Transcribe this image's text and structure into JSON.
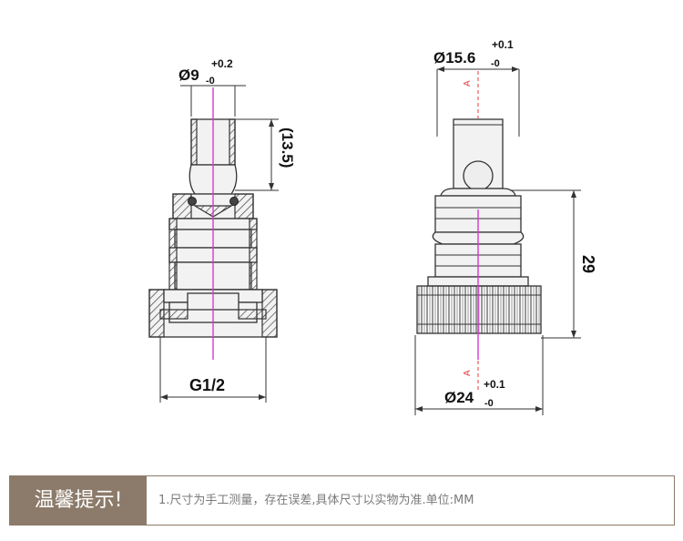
{
  "left_view": {
    "top_diameter": "Ø9",
    "top_diameter_lower_tol": "-0",
    "top_diameter_upper_tol": "+0.2",
    "height_ref": "(13.5)",
    "thread": "G1/2"
  },
  "right_view": {
    "top_diameter": "Ø15.6",
    "top_diameter_lower_tol": "-0",
    "top_diameter_upper_tol": "+0.1",
    "height": "29",
    "bottom_diameter": "Ø24",
    "bottom_diameter_lower_tol": "-0",
    "bottom_diameter_upper_tol": "+0.1",
    "section_mark_top": "A",
    "section_mark_bottom": "A"
  },
  "notice": {
    "title": "温馨提示!",
    "text": "1.尺寸为手工测量，存在误差,具体尺寸以实物为准.单位:MM"
  },
  "colors": {
    "notice_bg": "#8c7b6a",
    "center_line": "#d23bd2",
    "section_marker": "#e43a3a"
  }
}
